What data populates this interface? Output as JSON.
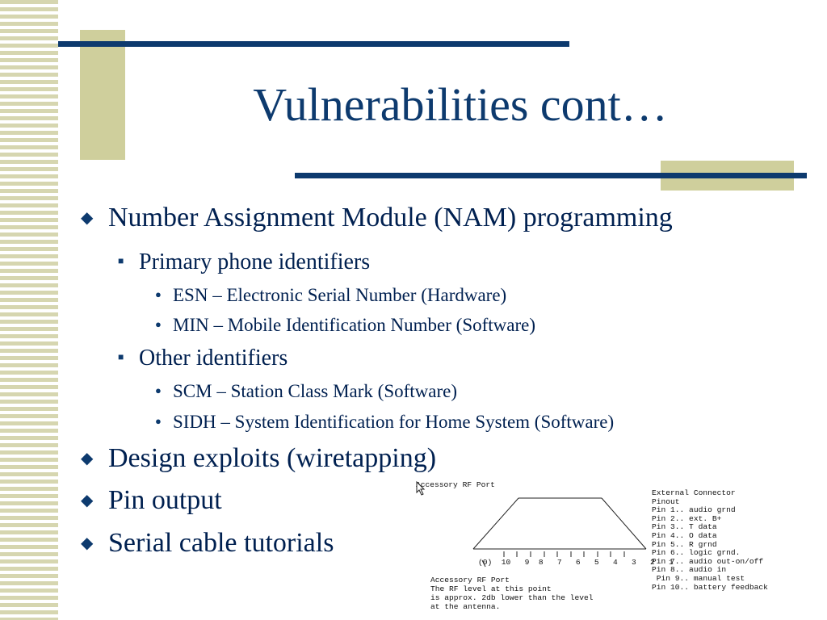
{
  "slide": {
    "title": "Vulnerabilities cont…",
    "bullets": [
      {
        "level": 1,
        "text": "Number Assignment Module (NAM) programming"
      },
      {
        "level": 2,
        "text": "Primary phone identifiers"
      },
      {
        "level": 3,
        "text": "ESN – Electronic Serial Number (Hardware)"
      },
      {
        "level": 3,
        "text": "MIN – Mobile Identification Number (Software)"
      },
      {
        "level": 2,
        "text": "Other identifiers"
      },
      {
        "level": 3,
        "text": "SCM – Station Class Mark (Software)"
      },
      {
        "level": 3,
        "text": "SIDH – System Identification for Home System (Software)"
      },
      {
        "level": 1,
        "text": "Design exploits (wiretapping)"
      },
      {
        "level": 1,
        "text": "Pin output"
      },
      {
        "level": 1,
        "text": "Serial cable tutorials"
      }
    ],
    "markers": {
      "level1": "◆",
      "level2": "■",
      "level3": "●"
    }
  },
  "diagram": {
    "top_label": "Accessory RF Port",
    "pin_row": "(0)  10   9  8   7   6   5   4   3   2   1",
    "bottom_label": "Accessory RF Port",
    "note_lines": [
      "The RF level at this point",
      "is approx. 2db lower than the level",
      "at the antenna."
    ],
    "connector_title": "External Connector",
    "connector_subtitle": "Pinout",
    "pins": [
      "Pin 1.. audio grnd",
      "Pin 2.. ext. B+",
      "Pin 3.. T data",
      "Pin 4.. O data",
      "Pin 5.. R grnd",
      "Pin 6.. logic grnd.",
      "Pin 7.. audio out-on/off",
      "Pin 8.. audio in",
      " Pin 9.. manual test",
      "Pin 10.. battery feedback"
    ]
  },
  "colors": {
    "title": "#0d3a6e",
    "body_text": "#002050",
    "accent_bar": "#0d3a6e",
    "accent_block": "#cfcf9c"
  }
}
